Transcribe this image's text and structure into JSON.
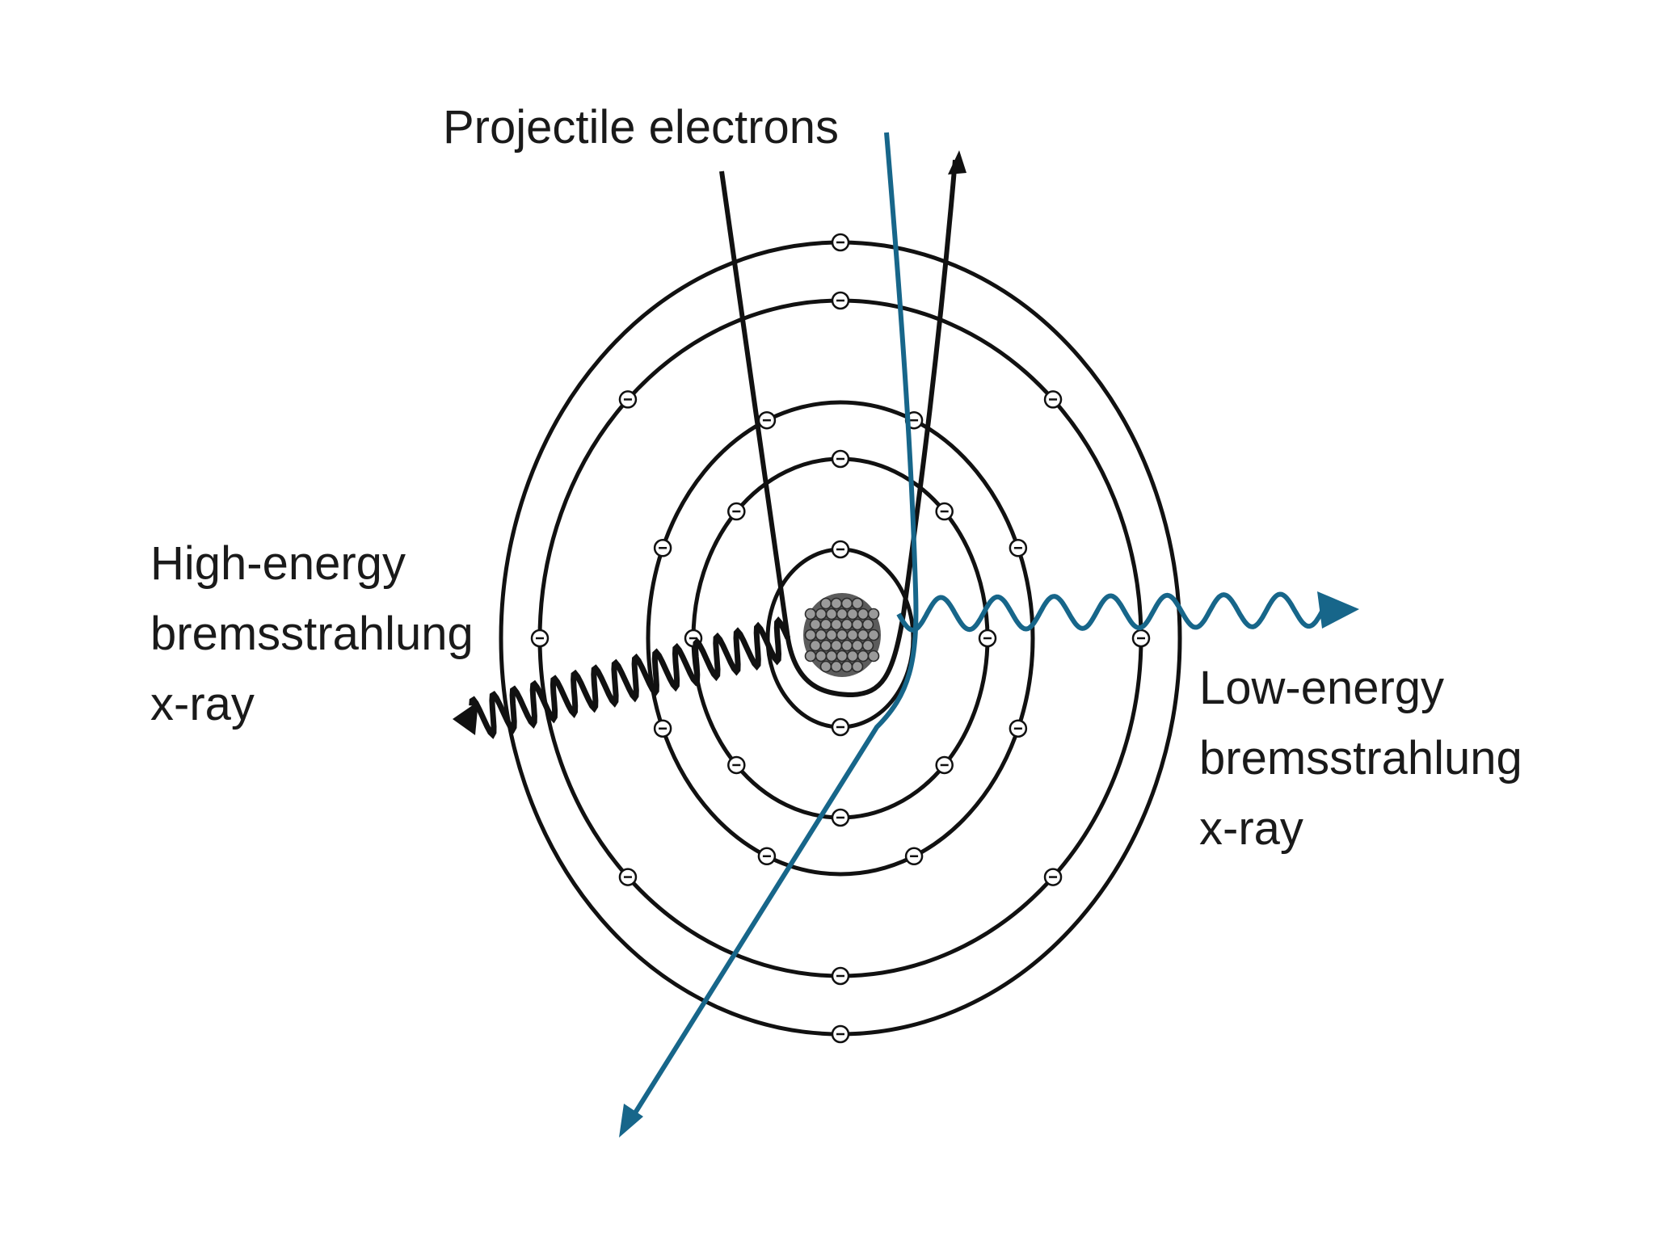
{
  "labels": {
    "projectile": "Projectile electrons",
    "high_energy": {
      "line1": "High-energy",
      "line2": "bremsstrahlung",
      "line3": "x-ray"
    },
    "low_energy": {
      "line1": "Low-energy",
      "line2": "bremsstrahlung",
      "line3": "x-ray"
    }
  },
  "electron_symbol": "⊖",
  "colors": {
    "ink": "#111111",
    "accent": "#17668a",
    "background": "#ffffff"
  },
  "icons": [
    "nucleus-icon",
    "electron-icon",
    "arrow-head-icon"
  ]
}
